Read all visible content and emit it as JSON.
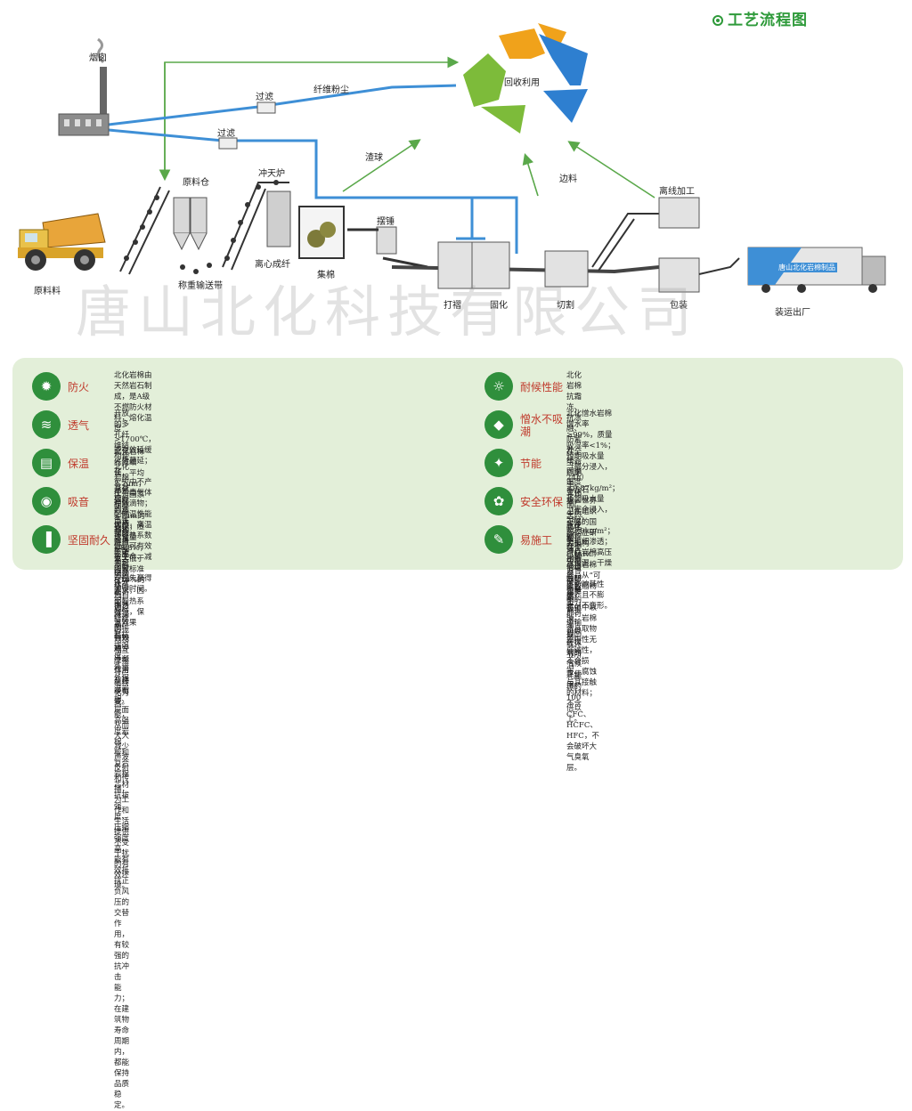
{
  "header": {
    "title": "工艺流程图"
  },
  "diagram": {
    "labels": {
      "chimney": "烟囱",
      "raw_material": "原料料",
      "raw_silo": "原料仓",
      "weigh_conveyor": "称重输送带",
      "cupola": "冲天炉",
      "centrifuge": "离心成纤",
      "collector": "集棉",
      "pendulum": "摆锤",
      "pleating": "打褶",
      "curing": "固化",
      "cutting": "切割",
      "packing": "包装",
      "offline": "离线加工",
      "transport": "装运出厂",
      "filter1": "过滤",
      "filter2": "过滤",
      "fiber_dust": "纤维粉尘",
      "slag": "渣球",
      "scrap": "边料",
      "recycle": "回收利用",
      "truck_brand": "唐山北化岩棉制品"
    },
    "colors": {
      "arrow": "#5aa84a",
      "pipe": "#3e8fd6",
      "red": "#c0392b",
      "green": "#2f8f3c"
    }
  },
  "watermark": "唐山北化科技有限公司",
  "features": [
    {
      "icon": "fire-icon",
      "name": "防火",
      "text": [
        "北化岩棉由天然岩石制成，是A级不燃防火材料，熔化温度>1700℃，能有效延缓火势蔓延；在",
        "火灾中不产生有毒气体和融滴物；耐高温性能优越，高温下导热系数低，可有效救生命、减少财",
        "产损失赢得关键时间。"
      ]
    },
    {
      "icon": "breathable-icon",
      "name": "透气",
      "text": [
        "开放的多孔纤维结构使北化岩棉具有极好的透气性和排湿自干能力可以使水蒸气自由透过，能",
        "有效减少冷凝作用及建筑霉变。"
      ]
    },
    {
      "icon": "insulation-icon",
      "name": "保温",
      "text": [
        "北化岩棉纤维细长，平均5.7μm，优于国家标准≤7μm的要求；渣球含量≤8.8%，大大低于",
        "国家标准≤10%的要求，因而导热系数低，保温效果好。"
      ]
    },
    {
      "icon": "sound-icon",
      "name": "吸音",
      "text": [
        "北化岩棉产品由大量的纤维形成多孔的通结构，通过纤维的振动和相互摩擦将声能转化为热能，",
        "从而大大减少声波反射和传播，为工作和生活提供不受干扰的有效环境。"
      ]
    },
    {
      "icon": "durable-icon",
      "name": "坚固耐久",
      "text": [
        "北化岩棉纤维呈三维立体分布，能有效提高产品抗拔强度。外墙外保温岩棉、屋面高强度岩棉",
        "板和复合岩棉芯材抗拔强度、压缩强度高，能有效抵抗正负风压的交替作用，有较强的抗冲击",
        "能力；在建筑物寿命周期内，都能保持品质稳定。"
      ]
    },
    {
      "icon": "weather-icon",
      "name": "耐候性能",
      "text": [
        "北化岩棉抗霜冻、抗冻融、防紫外线，四季温度变化不产生热胀冷缩，在不受其他组合材",
        "料影响的前提下，可以在极端的气候下使用。"
      ]
    },
    {
      "icon": "water-icon",
      "name": "憎水不吸潮",
      "text": [
        "北化憎水岩棉憎水率≥99%，质量吸湿率<1%；短期吸水量（部分浸入，24h）<0.87kg/m²；",
        "长期吸水量（完全浸入，28d）<2.0kg/m²；无毛细渗透；产品岩棉高压水浸湿，干燥后",
        "不影响其性能，且不膨胀、不变形。"
      ]
    },
    {
      "icon": "energy-icon",
      "name": "节能",
      "text": [
        "在全生命周期中，平均而言，北化岩棉在使用中节省的能源是生产、运输和回收环节所消",
        "耗能源的100倍以上。"
      ]
    },
    {
      "icon": "eco-icon",
      "name": "安全环保",
      "text": [
        "不含石棉，世界卫生组织下属的国际癌症研究机构（IARC）已将岩棉产品从“可能致癌物质”",
        "名单中取消；岩棉本身取物质中性无弱碱性，不会损害、腐蚀与其接触的材料；不含CFC、",
        "HCFC、HFC，不会破坏大气臭氧层。"
      ]
    },
    {
      "icon": "tool-icon",
      "name": "易施工",
      "text": [
        "易于搬运、切割方便，用美工刀即可完成。"
      ]
    }
  ]
}
